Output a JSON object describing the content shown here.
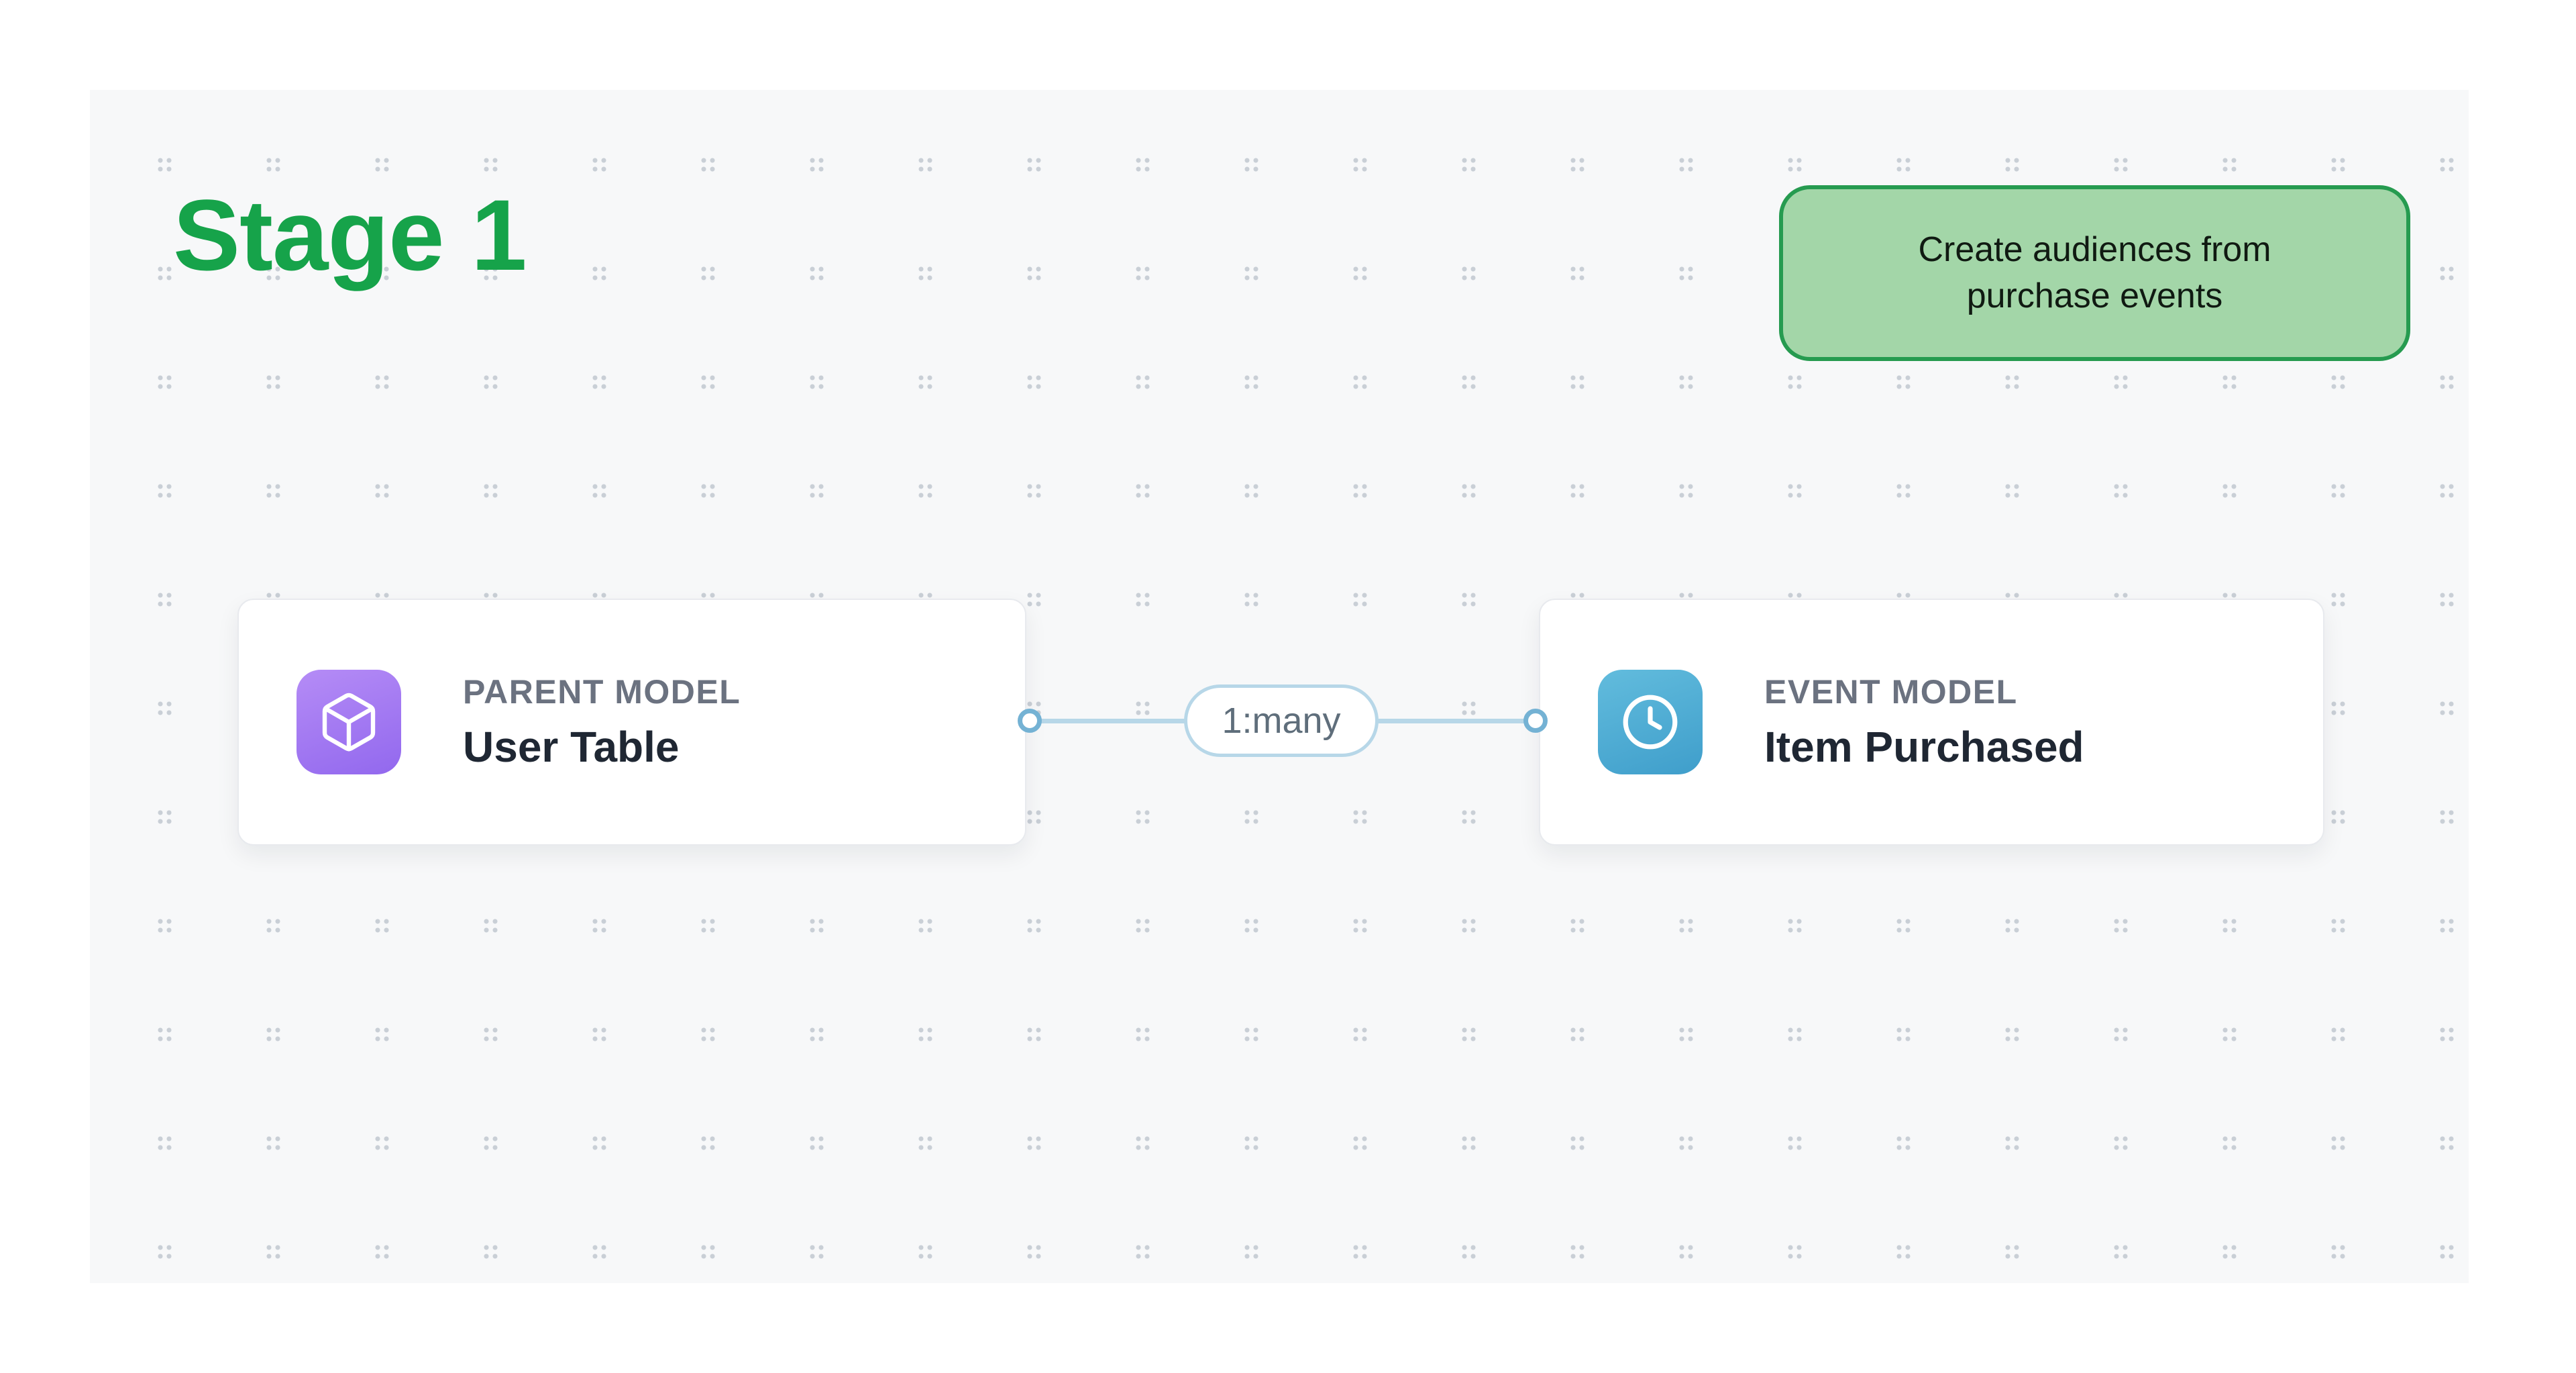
{
  "canvas": {
    "background": "#f7f8f9",
    "grid_dot_color": "#c9cfd6",
    "stage_label": "Stage 1",
    "stage_color": "#16a34a",
    "annotation": {
      "text": "Create audiences from purchase events",
      "fill": "#a3d6a8",
      "border": "#269b50"
    }
  },
  "nodes": [
    {
      "type_label": "PARENT MODEL",
      "name": "User Table",
      "icon": "cube-icon",
      "icon_bg": "#9b76f0"
    },
    {
      "type_label": "EVENT MODEL",
      "name": "Item Purchased",
      "icon": "clock-icon",
      "icon_bg": "#4aa9cf"
    }
  ],
  "edge": {
    "label": "1:many",
    "color": "#b7d7e8"
  }
}
